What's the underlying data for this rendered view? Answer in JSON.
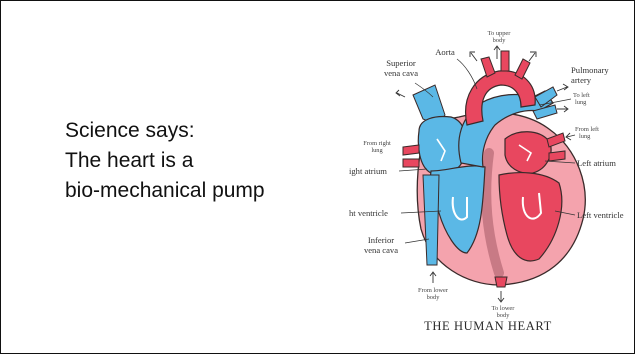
{
  "slide": {
    "text_lines": [
      "Science says:",
      "The heart is a",
      "bio-mechanical pump"
    ]
  },
  "diagram": {
    "caption": "THE HUMAN HEART",
    "labels": {
      "to_upper_body": [
        "To upper",
        "body"
      ],
      "aorta": "Aorta",
      "superior_vena_cava": [
        "Superior",
        "vena cava"
      ],
      "pulmonary_artery": [
        "Pulmonary",
        "artery"
      ],
      "to_left_lung": [
        "To left",
        "lung"
      ],
      "from_left_lung": [
        "From left",
        "lung"
      ],
      "from_right_lung": [
        "From right",
        "lung"
      ],
      "left_atrium": "Left atrium",
      "right_atrium": "ight atrium",
      "right_ventricle": "ht ventricle",
      "left_ventricle": "Left ventricle",
      "inferior_vena_cava": [
        "Inferior",
        "vena cava"
      ],
      "from_lower_body": [
        "From lower",
        "body"
      ],
      "to_lower_body": [
        "To lower",
        "body"
      ]
    },
    "colors": {
      "deoxygenated": "#5bb8e6",
      "oxygenated": "#e8475f",
      "heart_wall": "#f4a3ad",
      "outline": "#3a2a2a"
    }
  }
}
